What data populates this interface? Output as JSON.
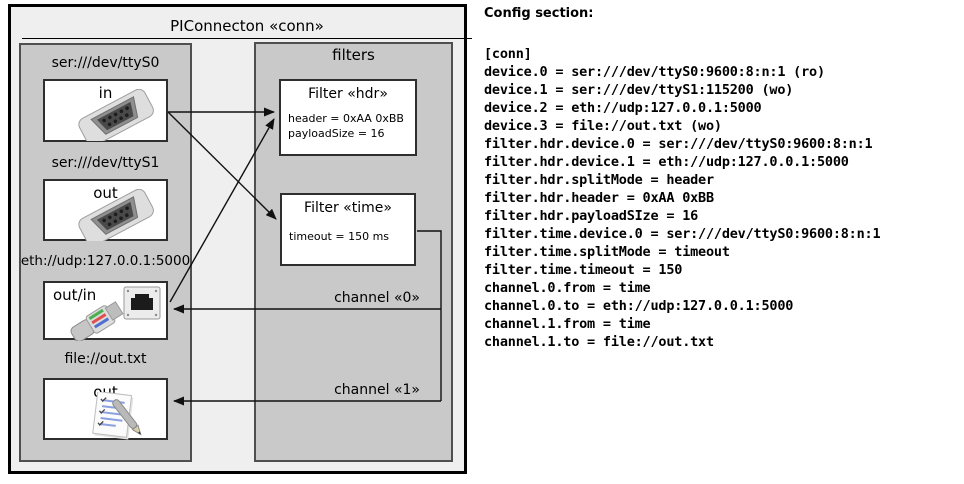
{
  "colors": {
    "outer_background": "#efefef",
    "panel_background": "#c9c9c9",
    "box_background": "#ffffff",
    "border_dark": "#4f4f4f",
    "line_color": "#111111"
  },
  "diagram": {
    "title": "PIConnecton «conn»",
    "filters_title": "filters",
    "devices": [
      {
        "uri": "ser:///dev/ttyS0",
        "direction": "in",
        "icon": "serial-connector"
      },
      {
        "uri": "ser:///dev/ttyS1",
        "direction": "out",
        "icon": "serial-connector"
      },
      {
        "uri": "eth://udp:127.0.0.1:5000",
        "direction": "out/in",
        "icon": "ethernet-connector"
      },
      {
        "uri": "file://out.txt",
        "direction": "out",
        "icon": "notepad"
      }
    ],
    "filters": [
      {
        "title": "Filter «hdr»",
        "props": [
          "header = 0xAA 0xBB",
          "payloadSize = 16"
        ]
      },
      {
        "title": "Filter «time»",
        "props": [
          "timeout = 150 ms"
        ]
      }
    ],
    "channels": [
      {
        "label": "channel «0»"
      },
      {
        "label": "channel «1»"
      }
    ]
  },
  "config": {
    "title": "Config section:",
    "lines": [
      "[conn]",
      "device.0 = ser:///dev/ttyS0:9600:8:n:1 (ro)",
      "device.1 = ser:///dev/ttyS1:115200 (wo)",
      "device.2 = eth://udp:127.0.0.1:5000",
      "device.3 = file://out.txt (wo)",
      "filter.hdr.device.0 = ser:///dev/ttyS0:9600:8:n:1",
      "filter.hdr.device.1 = eth://udp:127.0.0.1:5000",
      "filter.hdr.splitMode = header",
      "filter.hdr.header = 0xAA 0xBB",
      "filter.hdr.payloadSIze = 16",
      "filter.time.device.0 = ser:///dev/ttyS0:9600:8:n:1",
      "filter.time.splitMode = timeout",
      "filter.time.timeout = 150",
      "channel.0.from = time",
      "channel.0.to = eth://udp:127.0.0.1:5000",
      "channel.1.from = time",
      "channel.1.to = file://out.txt"
    ]
  }
}
